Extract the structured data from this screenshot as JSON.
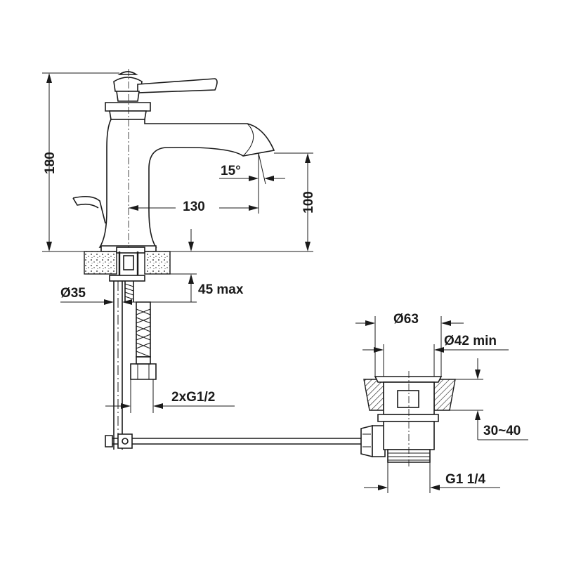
{
  "dimensions": {
    "height_total": "180",
    "spout_reach": "130",
    "spout_angle": "15°",
    "spout_height": "100",
    "hole_diameter": "Ø35",
    "deck_thickness": "45 max",
    "connections": "2xG1/2",
    "waste_flange": "Ø63",
    "waste_hole": "Ø42 min",
    "waste_deck": "30~40",
    "waste_thread": "G1 1/4"
  },
  "colors": {
    "line": "#1a1a1a",
    "background": "#ffffff"
  }
}
